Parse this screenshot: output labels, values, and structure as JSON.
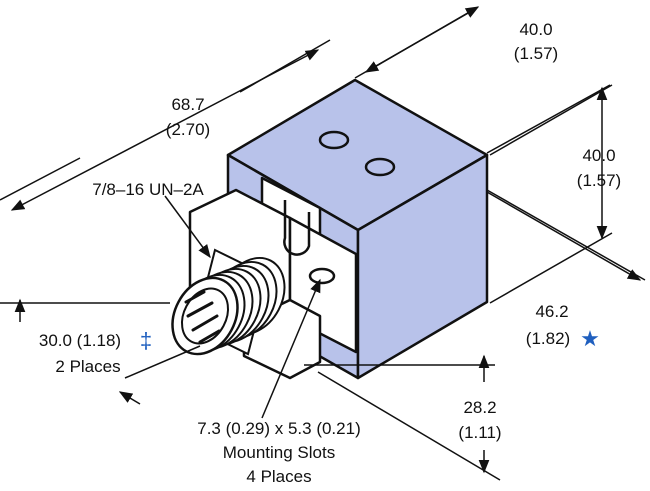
{
  "colors": {
    "body_fill": "#b8c2ea",
    "line": "#111111",
    "accent": "#1f5fbf",
    "background": "#ffffff"
  },
  "dimensions": {
    "width_top": {
      "mm": "40.0",
      "in": "(1.57)"
    },
    "height_right": {
      "mm": "40.0",
      "in": "(1.57)"
    },
    "overall_length": {
      "mm": "68.7",
      "in": "(2.70)"
    },
    "thread": "7/8–16 UN–2A",
    "depth_right": {
      "mm": "46.2",
      "in": "(1.82)",
      "symbol": "★"
    },
    "side_height": {
      "text": "30.0 (1.18)",
      "symbol": "‡",
      "note": "2 Places"
    },
    "bottom_height": {
      "mm": "28.2",
      "in": "(1.11)"
    },
    "slots": {
      "size": "7.3 (0.29) x 5.3 (0.21)",
      "label": "Mounting Slots",
      "count": "4 Places"
    }
  },
  "icons": {
    "star": "star-icon",
    "double_dagger": "double-dagger-icon"
  }
}
